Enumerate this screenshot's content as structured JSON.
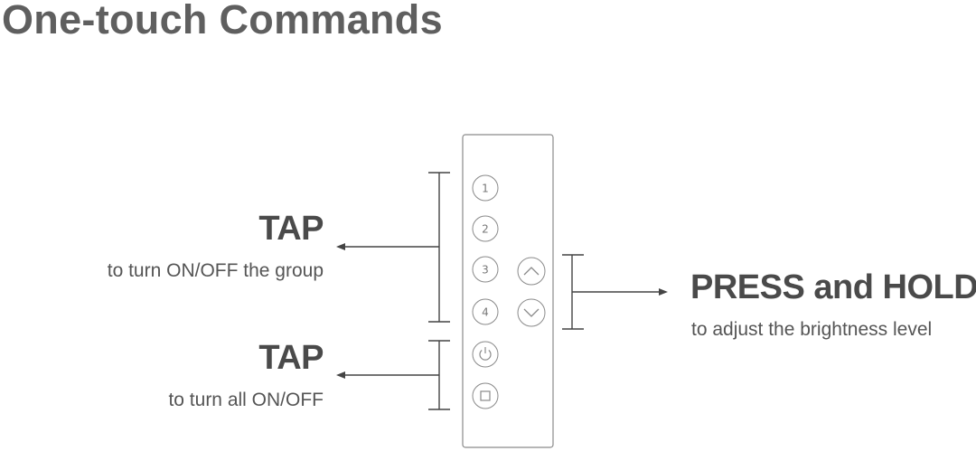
{
  "title": "One-touch Commands",
  "groups": {
    "tap_group": {
      "heading": "TAP",
      "description": "to turn ON/OFF the group"
    },
    "tap_all": {
      "heading": "TAP",
      "description": "to turn all ON/OFF"
    },
    "press_hold": {
      "heading": "PRESS and HOLD",
      "description": "to adjust the brightness level"
    }
  },
  "remote": {
    "group_buttons": [
      "1",
      "2",
      "3",
      "4"
    ],
    "icons": [
      "brightness-up-icon",
      "brightness-down-icon",
      "power-icon",
      "all-off-square-icon"
    ]
  },
  "colors": {
    "line": "#444444",
    "outline": "#8a8a8a",
    "text": "#4a4a4a",
    "title": "#5f5f5f"
  }
}
